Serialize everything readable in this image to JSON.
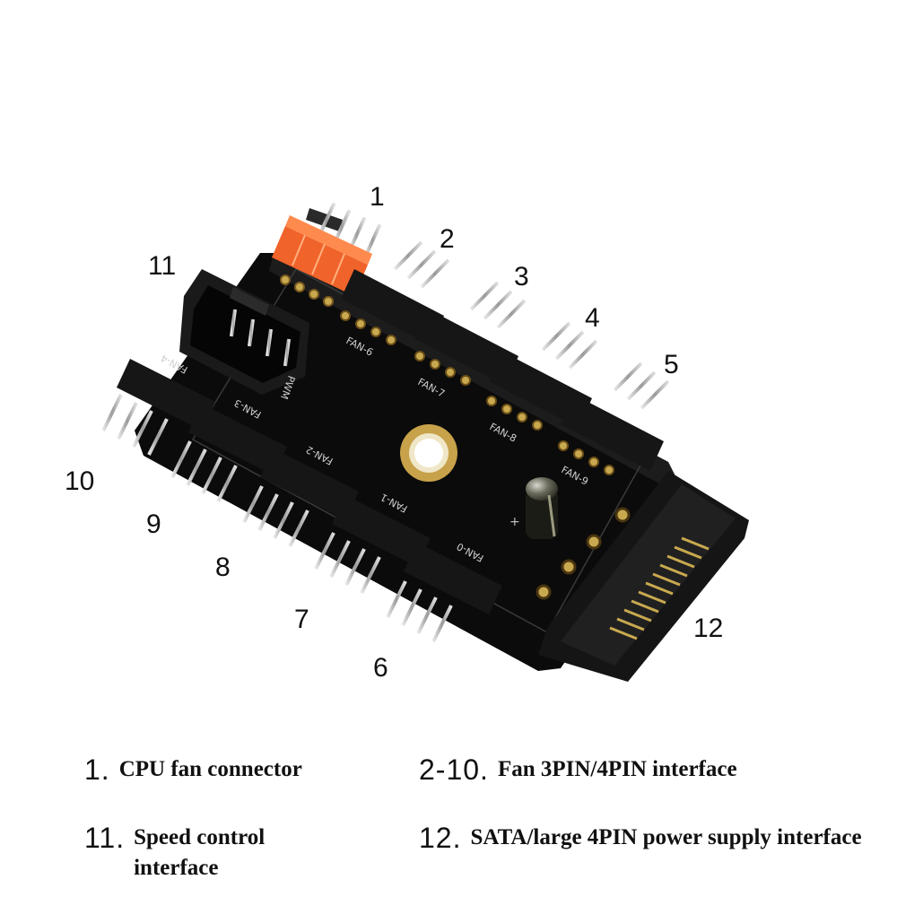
{
  "callouts": [
    {
      "label": "1"
    },
    {
      "label": "2"
    },
    {
      "label": "3"
    },
    {
      "label": "4"
    },
    {
      "label": "5"
    },
    {
      "label": "6"
    },
    {
      "label": "7"
    },
    {
      "label": "8"
    },
    {
      "label": "9"
    },
    {
      "label": "10"
    },
    {
      "label": "11"
    },
    {
      "label": "12"
    }
  ],
  "board": {
    "silkscreen": {
      "fan0": "FAN-0",
      "fan1": "FAN-1",
      "fan2": "FAN-2",
      "fan3": "FAN-3",
      "fan4": "FAN-4",
      "fan6": "FAN-6",
      "fan7": "FAN-7",
      "fan8": "FAN-8",
      "fan9": "FAN-9",
      "pwm": "PWM",
      "plus": "+"
    },
    "colors": {
      "pcb": "#0c0c0c",
      "cpu_connector": "#f0632a",
      "gold_contacts": "#c9a94f",
      "sata_housing": "#1a1a1a",
      "pins": "#cfcfcf"
    }
  },
  "legend": [
    {
      "num": "1.",
      "text": "CPU fan connector"
    },
    {
      "num": "2-10.",
      "text": "Fan 3PIN/4PIN interface"
    },
    {
      "num": "11.",
      "text": "Speed control interface"
    },
    {
      "num": "12.",
      "text": "SATA/large 4PIN power supply interface"
    }
  ]
}
